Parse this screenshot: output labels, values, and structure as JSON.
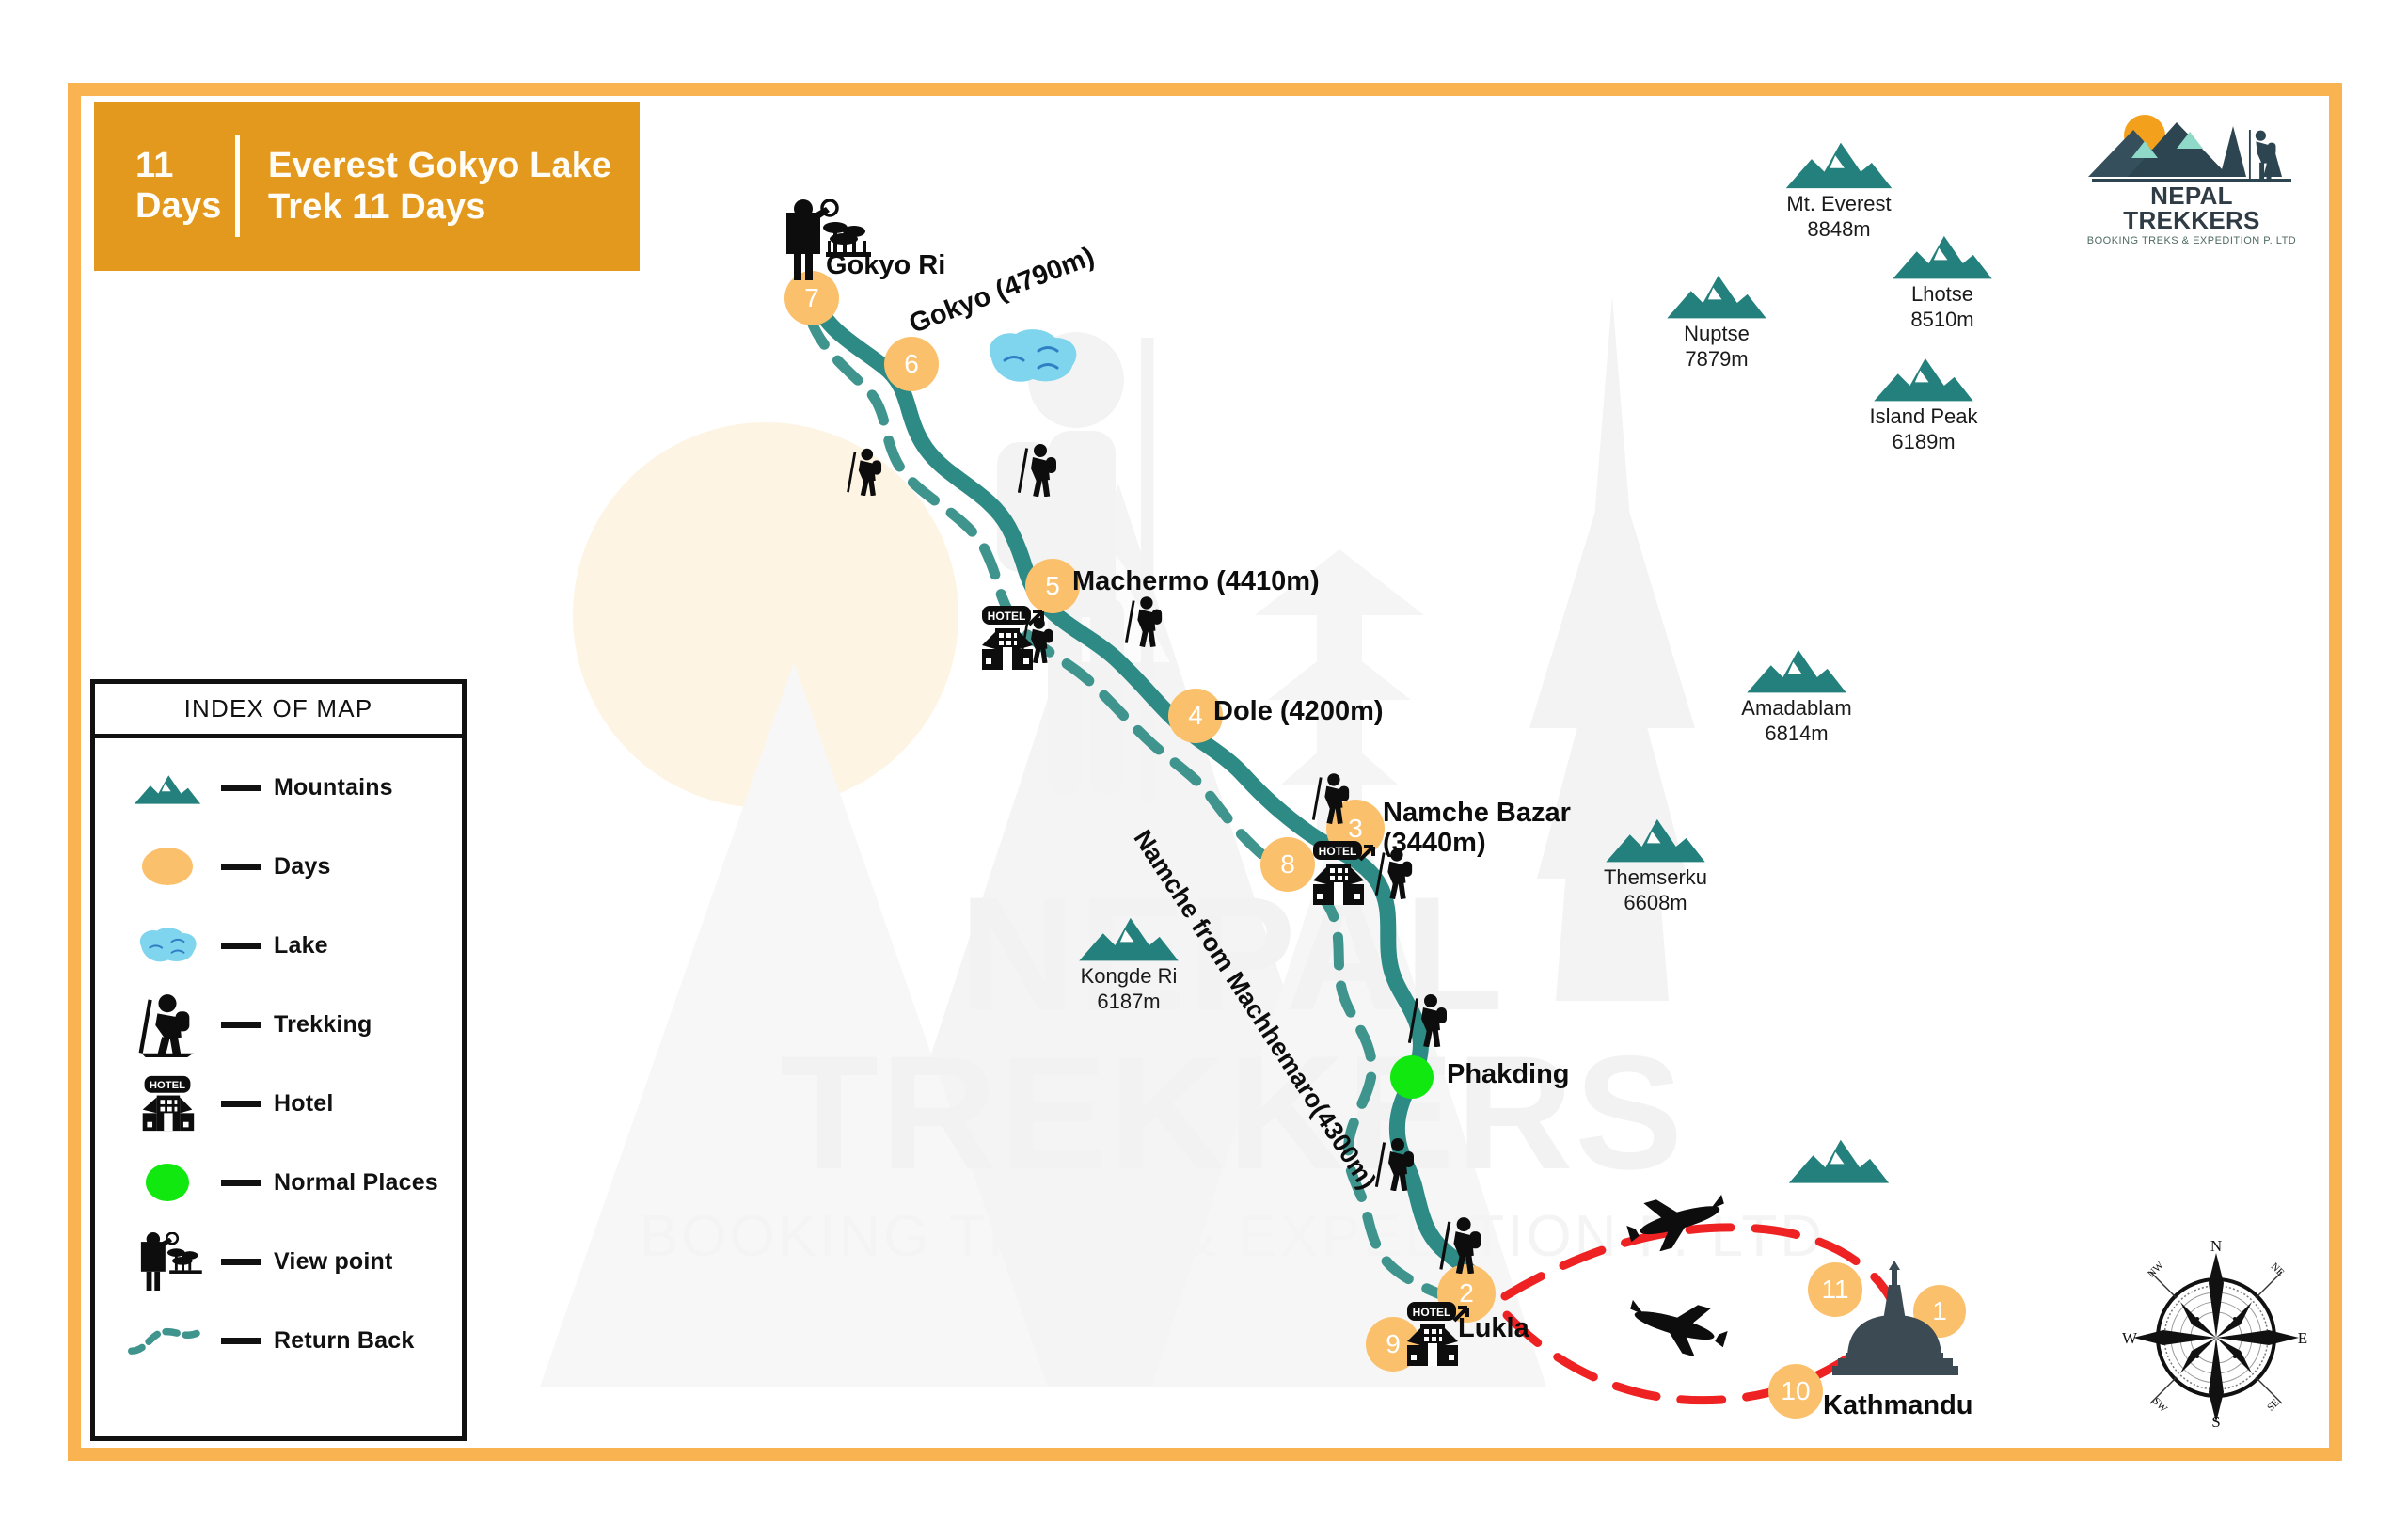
{
  "header": {
    "days_line1": "11",
    "days_line2": "Days",
    "title_line1": "Everest Gokyo Lake",
    "title_line2": "Trek 11 Days"
  },
  "logo": {
    "name": "NEPAL TREKKERS",
    "tagline": "BOOKING TREKS & EXPEDITION P. LTD"
  },
  "watermark": {
    "main": "NEPAL TREKKERS",
    "sub": "BOOKING TREKS & EXPEDITION P. LTD"
  },
  "legend": {
    "title": "INDEX OF MAP",
    "items": [
      {
        "symbol": "mountain-icon",
        "label": "Mountains"
      },
      {
        "symbol": "orange-circle-icon",
        "label": "Days"
      },
      {
        "symbol": "lake-icon",
        "label": "Lake"
      },
      {
        "symbol": "trekker-icon",
        "label": "Trekking"
      },
      {
        "symbol": "hotel-icon",
        "label": "Hotel"
      },
      {
        "symbol": "green-circle-icon",
        "label": "Normal Places"
      },
      {
        "symbol": "viewpoint-icon",
        "label": "View point"
      },
      {
        "symbol": "dashed-trail-icon",
        "label": "Return Back"
      }
    ]
  },
  "places": [
    {
      "name": "Gokyo Ri",
      "label": "Gokyo Ri"
    },
    {
      "name": "Gokyo",
      "label": "Gokyo (4790m)"
    },
    {
      "name": "Machermo",
      "label": "Machermo (4410m)"
    },
    {
      "name": "Dole",
      "label": "Dole (4200m)"
    },
    {
      "name": "Namche Bazar",
      "label_line1": "Namche Bazar",
      "label_line2": "(3440m)"
    },
    {
      "name": "Namche from Machhemaro",
      "label": "Namche from Machhemaro(4300m)"
    },
    {
      "name": "Phakding",
      "label": "Phakding"
    },
    {
      "name": "Lukla",
      "label": "Lukla"
    },
    {
      "name": "Kathmandu",
      "label": "Kathmandu"
    }
  ],
  "day_markers": [
    {
      "day": "1",
      "at": "Kathmandu"
    },
    {
      "day": "2",
      "at": "Lukla"
    },
    {
      "day": "3",
      "at": "Namche Bazar"
    },
    {
      "day": "4",
      "at": "Dole"
    },
    {
      "day": "5",
      "at": "Machermo"
    },
    {
      "day": "6",
      "at": "Gokyo"
    },
    {
      "day": "7",
      "at": "Gokyo Ri"
    },
    {
      "day": "8",
      "at": "Namche from Machhemaro"
    },
    {
      "day": "9",
      "at": "Lukla return"
    },
    {
      "day": "10",
      "at": "Kathmandu return"
    },
    {
      "day": "11",
      "at": "Kathmandu"
    }
  ],
  "peaks": [
    {
      "name": "Mt. Everest",
      "elevation": "8848m"
    },
    {
      "name": "Lhotse",
      "elevation": "8510m"
    },
    {
      "name": "Nuptse",
      "elevation": "7879m"
    },
    {
      "name": "Island Peak",
      "elevation": "6189m"
    },
    {
      "name": "Amadablam",
      "elevation": "6814m"
    },
    {
      "name": "Themserku",
      "elevation": "6608m"
    },
    {
      "name": "Kongde Ri",
      "elevation": "6187m"
    }
  ],
  "compass": {
    "n": "N",
    "s": "S",
    "e": "E",
    "w": "W",
    "ne": "NE",
    "nw": "NW",
    "se": "SE",
    "sw": "SW"
  },
  "colors": {
    "frame": "#fab351",
    "header": "#e3981e",
    "trail": "#2d8a84",
    "day_marker": "#fbc06c",
    "normal_place": "#10e810",
    "mountain": "#24807c",
    "flight_path": "#ee2222",
    "lake": "#7fd4ee"
  }
}
